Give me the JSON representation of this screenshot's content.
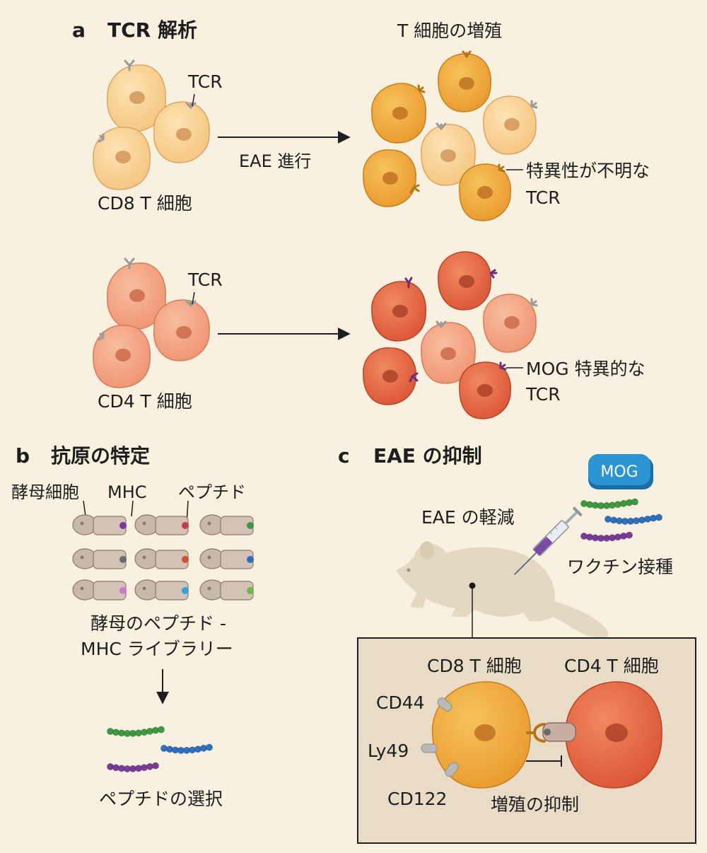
{
  "panel_a": {
    "letter": "a",
    "title": "TCR 解析",
    "proliferation_title": "T 細胞の増殖",
    "arrow_label": "EAE 進行",
    "cd8_row": {
      "tcr_label": "TCR",
      "cell_label": "CD8 T 細胞",
      "result_label_line1": "特異性が不明な",
      "result_label_line2": "TCR"
    },
    "cd4_row": {
      "tcr_label": "TCR",
      "cell_label": "CD4 T 細胞",
      "result_label_line1": "MOG 特異的な",
      "result_label_line2": "TCR"
    }
  },
  "panel_b": {
    "letter": "b",
    "title": "抗原の特定",
    "yeast_label": "酵母細胞",
    "mhc_label": "MHC",
    "peptide_label": "ペプチド",
    "library_label_line1": "酵母のペプチド -",
    "library_label_line2": "MHC ライブラリー",
    "selection_label": "ペプチドの選択",
    "peptide_colors": [
      "#7a3a9a",
      "#c83a4e",
      "#3e9a3e",
      "#6a6a6a",
      "#d4502a",
      "#2d6fc0",
      "#d277c8",
      "#2da4e0",
      "#6cb84a"
    ]
  },
  "panel_c": {
    "letter": "c",
    "title": "EAE の抑制",
    "mog_label": "MOG",
    "vaccine_label": "ワクチン接種",
    "eae_reduction_label": "EAE の軽減",
    "cd8_label": "CD8 T 細胞",
    "cd4_label": "CD4 T 細胞",
    "markers": [
      "CD44",
      "Ly49",
      "CD122"
    ],
    "suppression_label": "増殖の抑制"
  },
  "colors": {
    "background": "#f8f1df",
    "cd8_naive": "#f8cf8e",
    "cd8_activated": "#f0a33a",
    "cd4_naive": "#f3a17e",
    "cd4_activated": "#e5653f",
    "tcr_gray": "#9a9a9a",
    "tcr_orange": "#b8750f",
    "tcr_purple": "#6d2d7a",
    "inset_box": "#e8dcc6",
    "mouse": "#e3d9c3",
    "mog_box": "#2b95d3"
  }
}
